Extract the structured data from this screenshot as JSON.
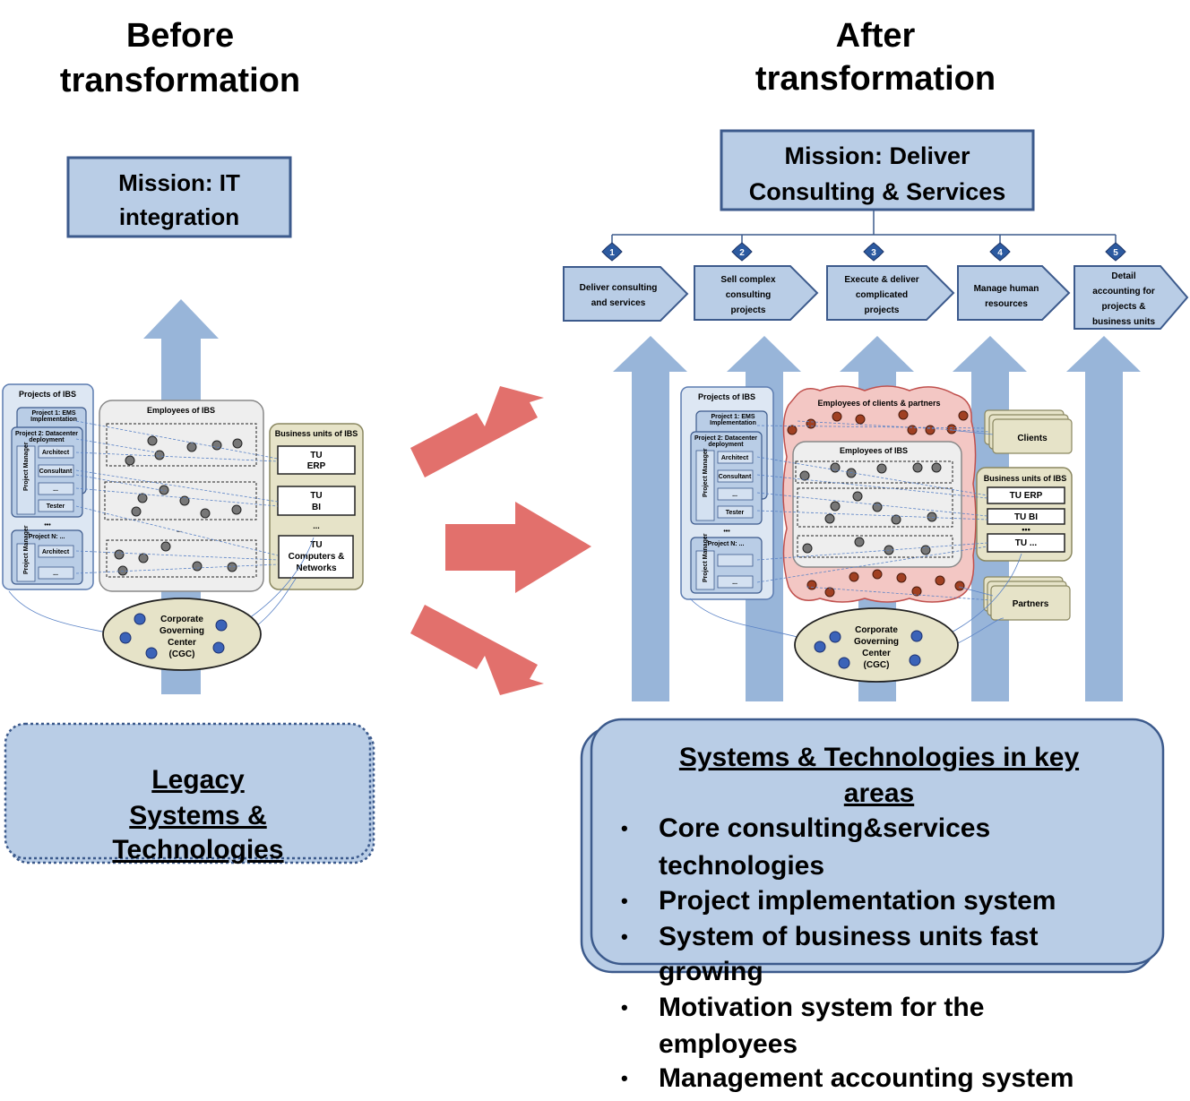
{
  "colors": {
    "box_fill": "#b9cde6",
    "box_stroke": "#3c5a8c",
    "big_arrow": "#98b5d9",
    "red_arrow": "#e2706c",
    "tan": "#e6e3c8",
    "pink": "#f3c7c4"
  },
  "left": {
    "heading_1": "Before",
    "heading_2": "transformation",
    "mission_1": "Mission: IT",
    "mission_2": "integration",
    "projects_title": "Projects of IBS",
    "project1": "Project 1: EMS",
    "project1b": "Implementation",
    "project2": "Project 2: Datacenter",
    "project2b": "deployment",
    "pm": "Project Manager",
    "architect": "Architect",
    "consultant": "Consultant",
    "ellipsis": "...",
    "tester": "Tester",
    "dots": "•••",
    "projectN": "Project N: ...",
    "employees_title": "Employees of IBS",
    "bu_title": "Business units of IBS",
    "tu": "TU",
    "erp": "ERP",
    "bi": "BI",
    "cn1": "Computers &",
    "cn2": "Networks",
    "cgc1": "Corporate",
    "cgc2": "Governing",
    "cgc3": "Center",
    "cgc4": "(CGC)",
    "legacy_1": "Legacy",
    "legacy_2": "Systems &",
    "legacy_3": "Technologies"
  },
  "right": {
    "heading_1": "After",
    "heading_2": "transformation",
    "mission_1": "Mission: Deliver",
    "mission_2": "Consulting & Services",
    "steps": [
      {
        "num": "1",
        "l1": "Deliver consulting",
        "l2": "and services",
        "l3": "",
        "l4": ""
      },
      {
        "num": "2",
        "l1": "Sell complex",
        "l2": "consulting",
        "l3": "projects",
        "l4": ""
      },
      {
        "num": "3",
        "l1": "Execute & deliver",
        "l2": "complicated",
        "l3": "projects",
        "l4": ""
      },
      {
        "num": "4",
        "l1": "Manage human",
        "l2": "resources",
        "l3": "",
        "l4": ""
      },
      {
        "num": "5",
        "l1": "Detail",
        "l2": "accounting for",
        "l3": "projects &",
        "l4": "business units"
      }
    ],
    "clients_emp_title": "Employees of clients & partners",
    "clients": "Clients",
    "partners": "Partners",
    "tu_erp": "TU ERP",
    "tu_bi": "TU BI",
    "tu_dots": "TU ...",
    "systems_title_1": "Systems & Technologies in key",
    "systems_title_2": "areas",
    "bullets": [
      {
        "l1": "Core consulting&services",
        "l2": "technologies"
      },
      {
        "l1": "Project implementation system",
        "l2": ""
      },
      {
        "l1": "System of business units fast",
        "l2": "growing"
      },
      {
        "l1": "Motivation system for the",
        "l2": "employees"
      },
      {
        "l1": "Management accounting system",
        "l2": ""
      }
    ],
    "bullet_char": "•"
  }
}
